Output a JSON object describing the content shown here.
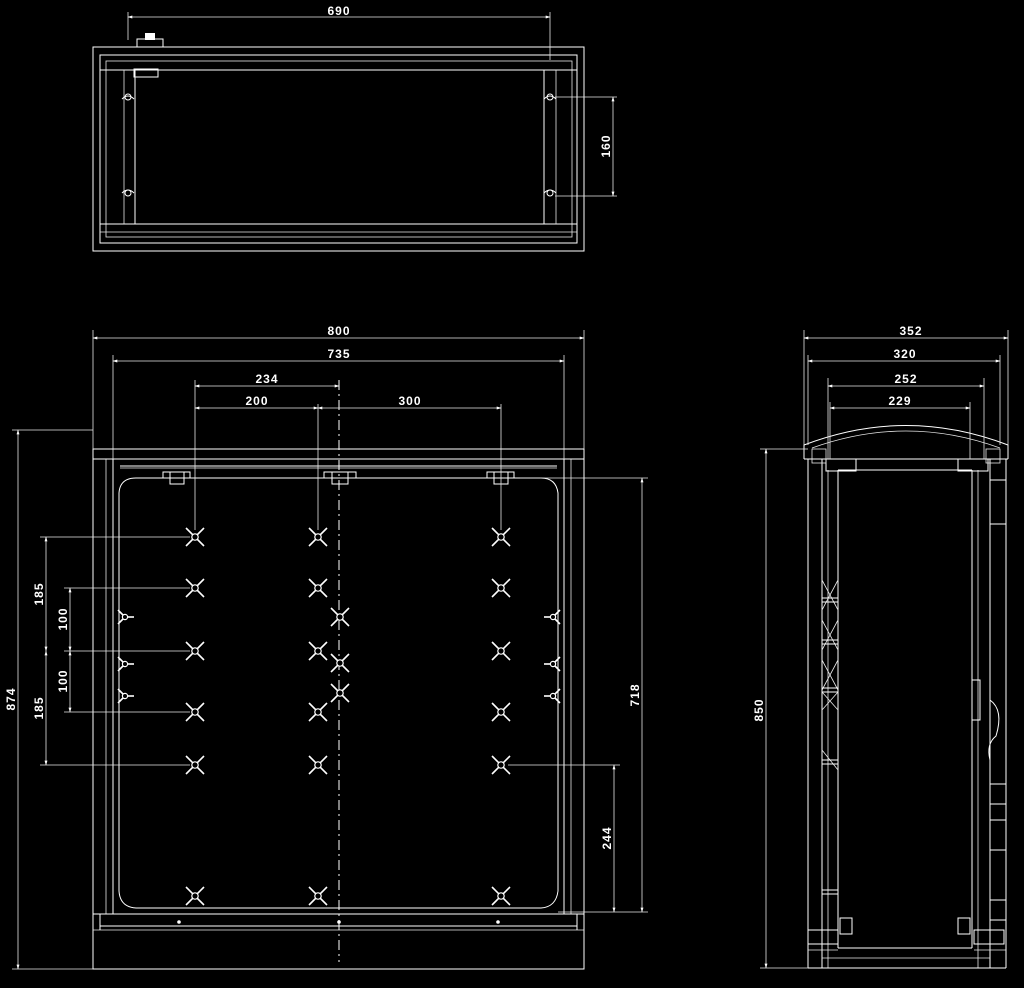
{
  "top_view": {
    "dim_width": "690",
    "dim_rail_spacing": "160"
  },
  "front_view": {
    "dim_overall_width": "800",
    "dim_inner_width": "735",
    "dim_mount_234": "234",
    "dim_mount_200": "200",
    "dim_mount_300": "300",
    "dim_v_185_upper": "185",
    "dim_v_100_upper": "100",
    "dim_v_100_lower": "100",
    "dim_v_185_lower": "185",
    "dim_overall_height": "874",
    "dim_inner_height": "718",
    "dim_bottom_244": "244"
  },
  "side_view": {
    "dim_depth_352": "352",
    "dim_depth_320": "320",
    "dim_depth_252": "252",
    "dim_depth_229": "229",
    "dim_height_850": "850"
  },
  "colors": {
    "background": "#000000",
    "lines": "#ffffff"
  }
}
